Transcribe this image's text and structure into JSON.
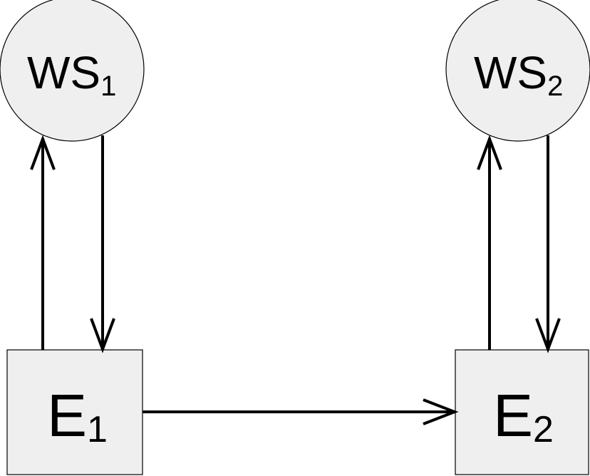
{
  "diagram": {
    "nodes": {
      "ws1": {
        "label": "WS",
        "subscript": "1",
        "shape": "circle"
      },
      "ws2": {
        "label": "WS",
        "subscript": "2",
        "shape": "circle"
      },
      "e1": {
        "label": "E",
        "subscript": "1",
        "shape": "rectangle"
      },
      "e2": {
        "label": "E",
        "subscript": "2",
        "shape": "rectangle"
      }
    },
    "edges": [
      {
        "from": "e1",
        "to": "ws1"
      },
      {
        "from": "ws1",
        "to": "e1"
      },
      {
        "from": "e2",
        "to": "ws2"
      },
      {
        "from": "ws2",
        "to": "e2"
      },
      {
        "from": "e1",
        "to": "e2"
      }
    ],
    "colors": {
      "node_fill": "#efefef",
      "stroke": "#000000",
      "background": "#ffffff"
    }
  }
}
